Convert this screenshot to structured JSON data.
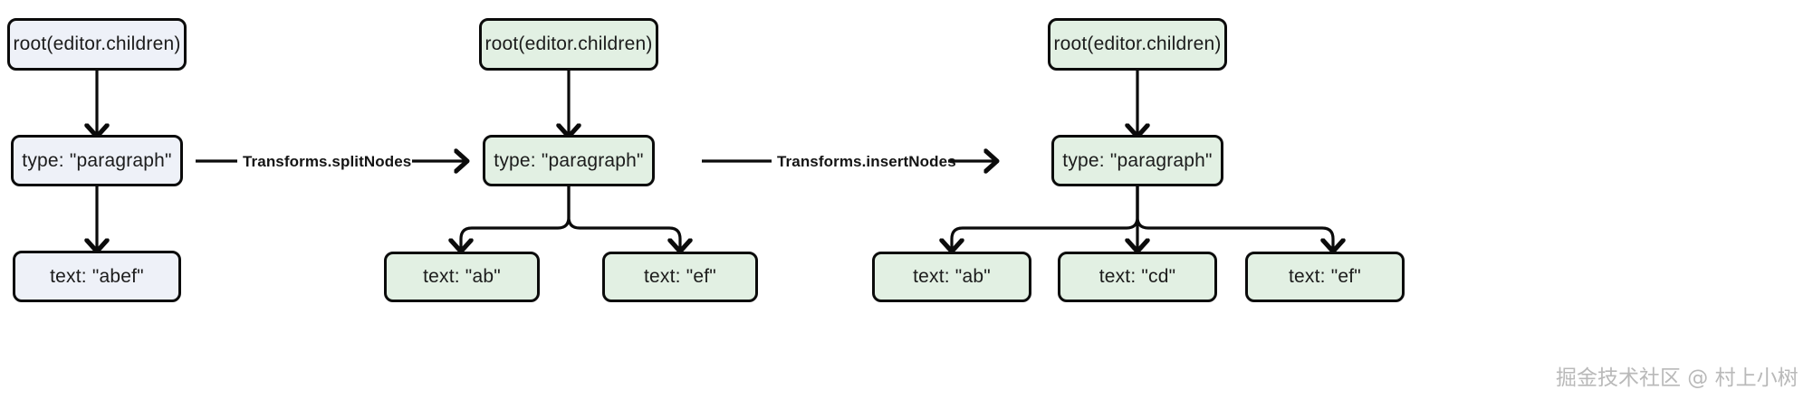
{
  "diagram": {
    "title": "Slate Transforms node tree before/after",
    "colors": {
      "blue_fill": "#eef1f8",
      "green_fill": "#e2f0e3",
      "stroke": "#0b0b0b",
      "text": "#1c1c1c",
      "watermark": "#b9b9b9",
      "background": "#ffffff"
    },
    "groups": [
      {
        "id": "before",
        "variant": "blue",
        "nodes": [
          {
            "id": "root-1",
            "label": "root(editor.children)"
          },
          {
            "id": "paragraph-1",
            "label": "type: \"paragraph\""
          },
          {
            "id": "text-abef",
            "label": "text: \"abef\""
          }
        ]
      },
      {
        "id": "after-split",
        "variant": "green",
        "nodes": [
          {
            "id": "root-2",
            "label": "root(editor.children)"
          },
          {
            "id": "paragraph-2",
            "label": "type: \"paragraph\""
          },
          {
            "id": "text-ab-2",
            "label": "text: \"ab\""
          },
          {
            "id": "text-ef-2",
            "label": "text: \"ef\""
          }
        ]
      },
      {
        "id": "after-insert",
        "variant": "green",
        "nodes": [
          {
            "id": "root-3",
            "label": "root(editor.children)"
          },
          {
            "id": "paragraph-3",
            "label": "type: \"paragraph\""
          },
          {
            "id": "text-ab-3",
            "label": "text: \"ab\""
          },
          {
            "id": "text-cd-3",
            "label": "text: \"cd\""
          },
          {
            "id": "text-ef-3",
            "label": "text: \"ef\""
          }
        ]
      }
    ],
    "transitions": [
      {
        "id": "split",
        "label": "Transforms.splitNodes"
      },
      {
        "id": "insert",
        "label": "Transforms.insertNodes"
      }
    ],
    "watermark": "掘金技术社区 @ 村上小树"
  }
}
